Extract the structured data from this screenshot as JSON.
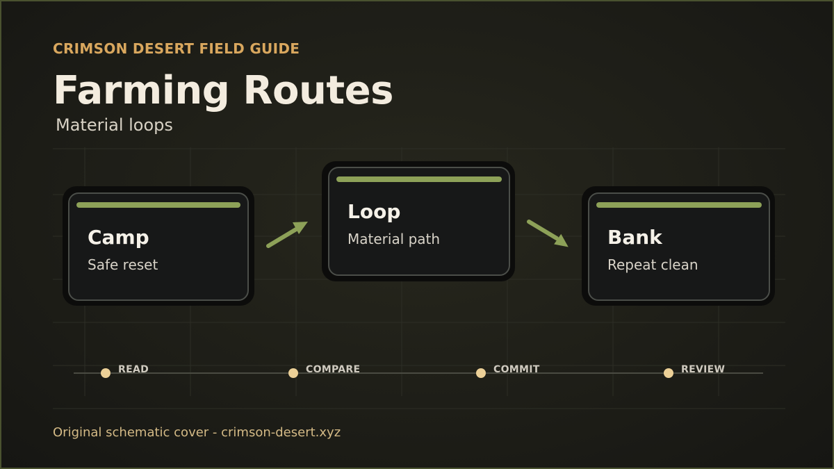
{
  "header": {
    "eyebrow": "CRIMSON DESERT FIELD GUIDE",
    "title": "Farming Routes",
    "subtitle": "Material loops"
  },
  "nodes": [
    {
      "name": "Camp",
      "desc": "Safe reset"
    },
    {
      "name": "Loop",
      "desc": "Material path"
    },
    {
      "name": "Bank",
      "desc": "Repeat clean"
    }
  ],
  "steps": [
    "READ",
    "COMPARE",
    "COMMIT",
    "REVIEW"
  ],
  "footer": "Original schematic cover - crimson-desert.xyz",
  "colors": {
    "accent_bar": "#8da158",
    "eyebrow": "#d9a75e",
    "dot": "#ecd097",
    "arrow": "#8da158"
  }
}
